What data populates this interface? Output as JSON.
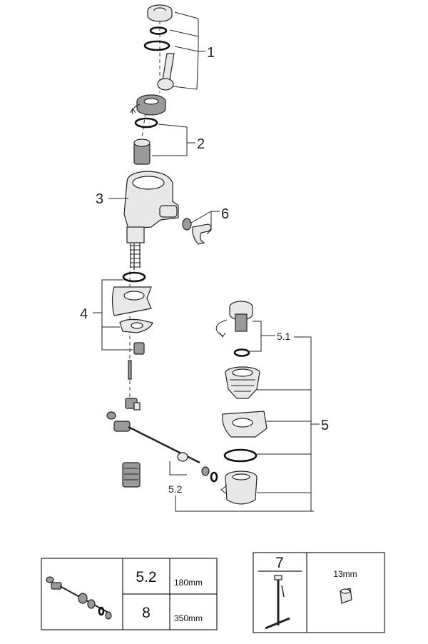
{
  "callouts": {
    "c1": "1",
    "c2": "2",
    "c3": "3",
    "c4": "4",
    "c5": "5",
    "c51": "5.1",
    "c52": "5.2",
    "c6": "6"
  },
  "table_left": {
    "rows": [
      {
        "code": "5.2",
        "length": "180mm"
      },
      {
        "code": "8",
        "length": "350mm"
      }
    ]
  },
  "table_right": {
    "tool_code": "7",
    "size": "13mm"
  }
}
